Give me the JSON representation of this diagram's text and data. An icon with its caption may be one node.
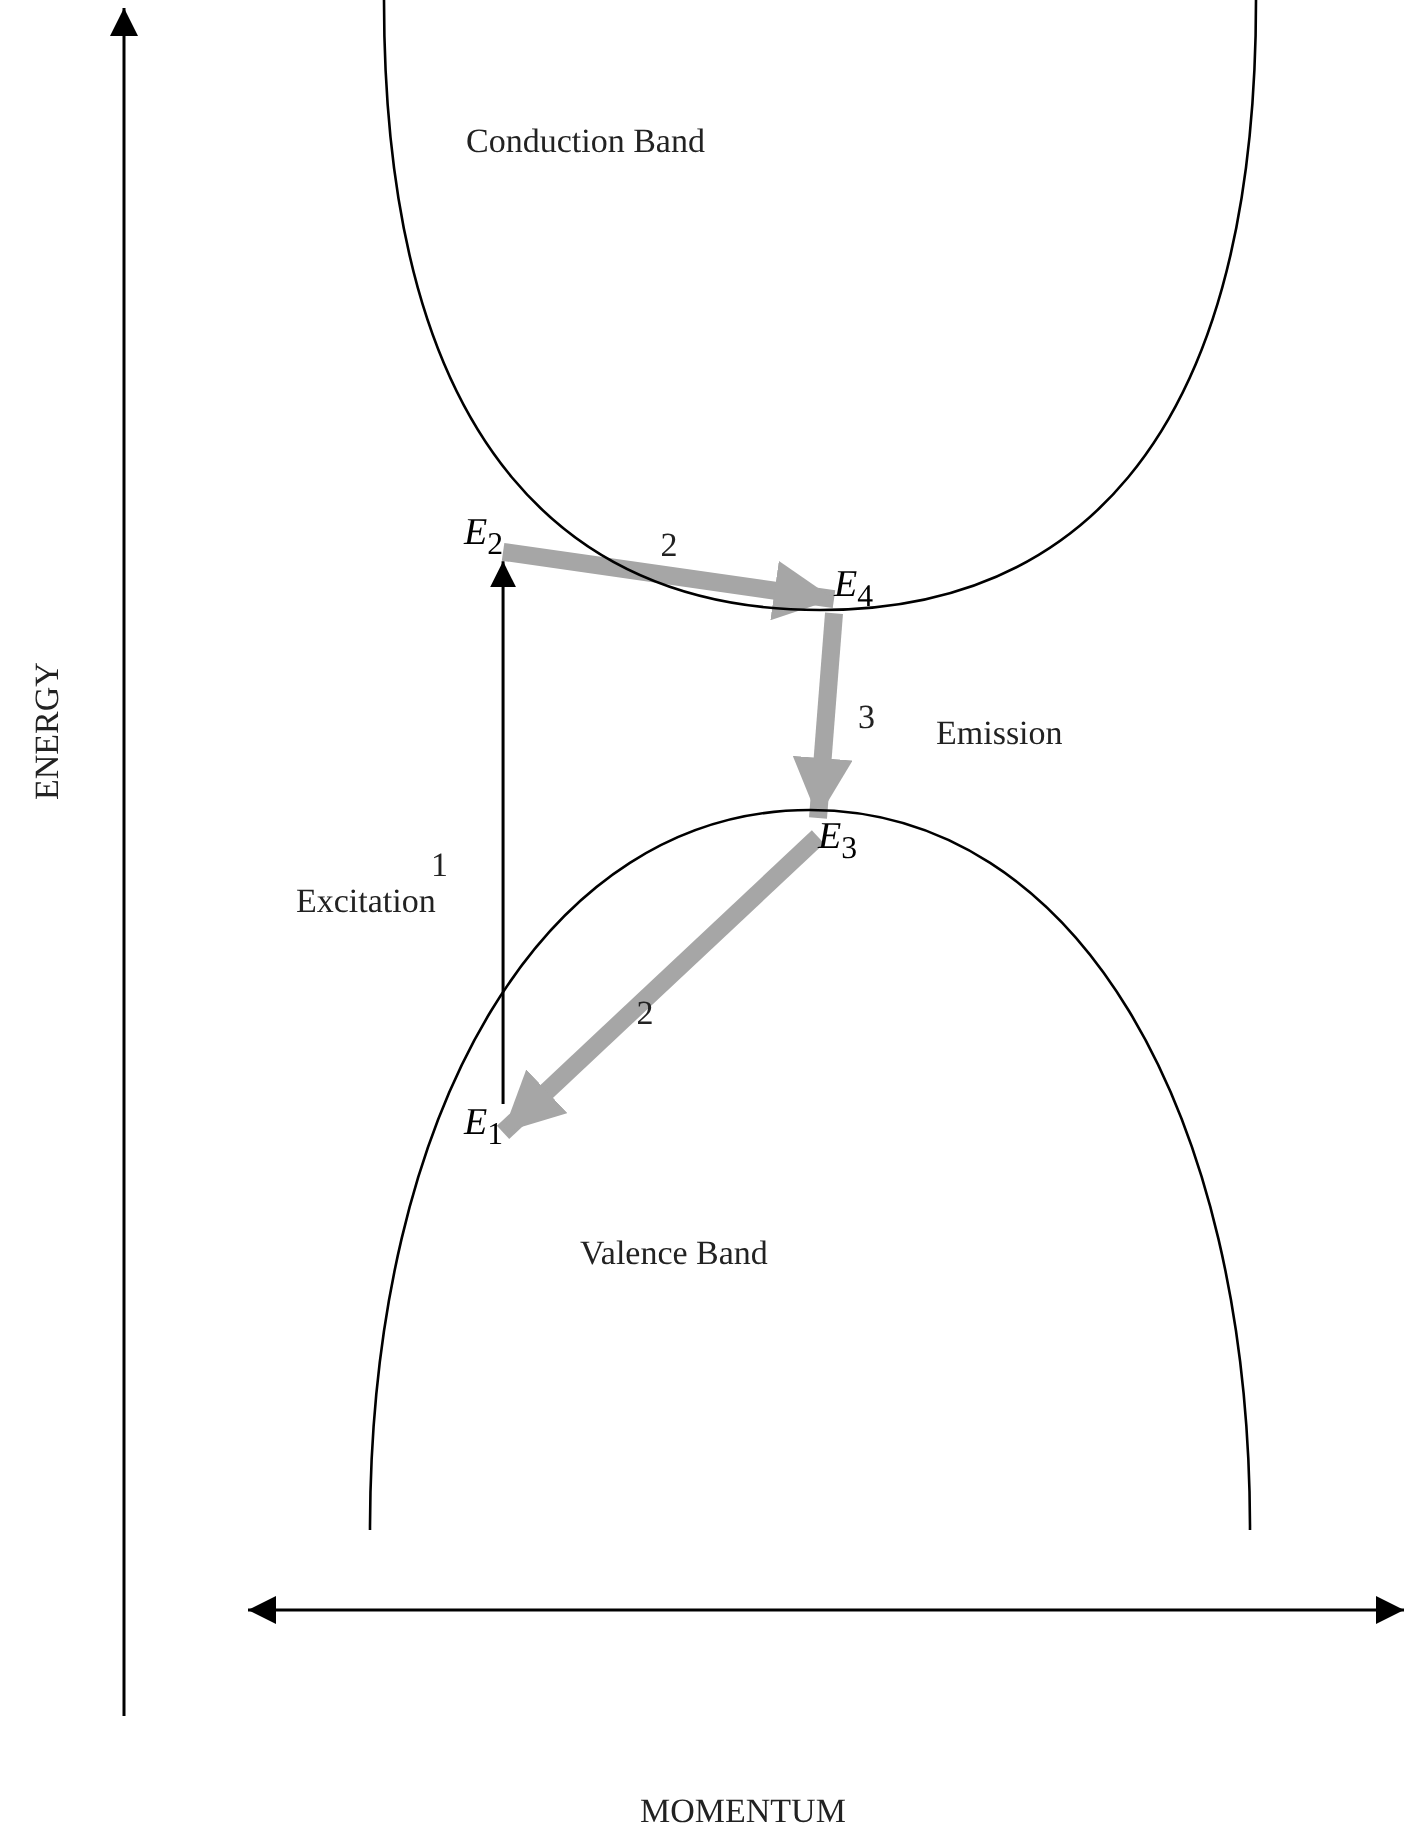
{
  "diagram": {
    "nodes": [
      {
        "text": [
          "Conduction Band"
        ]
      },
      {
        "text": [
          "Valence Band"
        ]
      },
      {
        "text": [
          "*E*$_{2}$"
        ],
        "in": 0
      },
      {
        "text": [
          "*E*$_{4}$"
        ],
        "in": 0
      },
      {
        "text": [
          "*E*$_{3}$"
        ],
        "in": 1
      },
      {
        "text": [
          "*E*$_{1}$"
        ],
        "in": 1
      }
    ],
    "edges": [
      {
        "from": 5,
        "to": 2,
        "arrow": "to",
        "label": "1",
        "color": "#000000"
      },
      {
        "from": 2,
        "to": 3,
        "arrow": "to",
        "label": "2"
      },
      {
        "from": 3,
        "to": 4,
        "arrow": "to",
        "label": "3"
      },
      {
        "from": 4,
        "to": 5,
        "arrow": "to",
        "label": "2"
      }
    ],
    "labels": [
      "Excitation",
      "Emission",
      "ENERGY",
      "MOMENTUM"
    ]
  }
}
